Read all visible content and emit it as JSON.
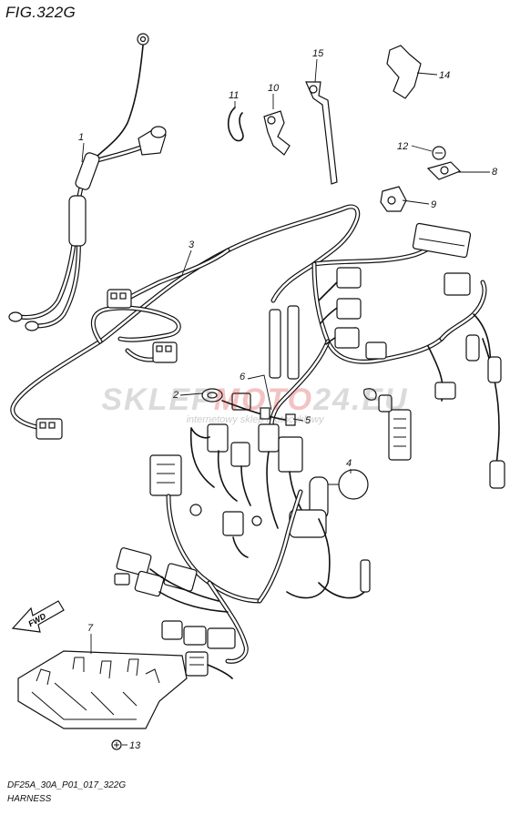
{
  "figure": {
    "title": "FIG.322G",
    "code": "DF25A_30A_P01_017_322G",
    "name": "HARNESS"
  },
  "direction_arrow": {
    "label": "FWD"
  },
  "watermark": {
    "brand_left": "SKLEP",
    "brand_mid": "MOTO",
    "brand_right": "24.EU",
    "tagline": "internetowy sklep motocyklowy"
  },
  "callouts": [
    {
      "id": "1",
      "label": "1"
    },
    {
      "id": "2",
      "label": "2"
    },
    {
      "id": "3",
      "label": "3"
    },
    {
      "id": "4",
      "label": "4"
    },
    {
      "id": "5",
      "label": "5"
    },
    {
      "id": "6",
      "label": "6"
    },
    {
      "id": "7",
      "label": "7"
    },
    {
      "id": "8",
      "label": "8"
    },
    {
      "id": "9",
      "label": "9"
    },
    {
      "id": "10",
      "label": "10"
    },
    {
      "id": "11",
      "label": "11"
    },
    {
      "id": "12",
      "label": "12"
    },
    {
      "id": "13",
      "label": "13"
    },
    {
      "id": "14",
      "label": "14"
    },
    {
      "id": "15",
      "label": "15"
    }
  ]
}
